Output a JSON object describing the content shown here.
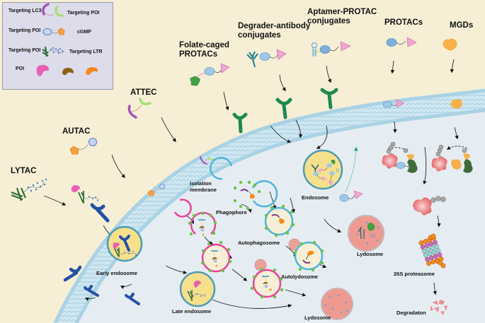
{
  "legend": {
    "items": [
      {
        "left": "Targeting LC3",
        "right": "Targeting POI"
      },
      {
        "left": "Targeting POI",
        "right": "cGMP"
      },
      {
        "left": "Targeting POI",
        "right": "Targeting LTR"
      },
      {
        "left": "POI",
        "right": ""
      }
    ]
  },
  "strategies": {
    "lytac": "LYTAC",
    "autac": "AUTAC",
    "attec": "ATTEC",
    "folate": "Folate-caged\nPROTACs",
    "folate_l1": "Folate-caged",
    "folate_l2": "PROTACs",
    "dac_l1": "Degrader-antibody",
    "dac_l2": "conjugates",
    "aptamer_l1": "Aptamer-PROTAC",
    "aptamer_l2": "conjugates",
    "protacs": "PROTACs",
    "mgds": "MGDs"
  },
  "compartments": {
    "early_endosome": "Early endosome",
    "late_endosome": "Late endosome",
    "isolation_l1": "Isolation",
    "isolation_l2": "membrane",
    "phagophore": "Phagophore",
    "autophagosome": "Autophagosome",
    "autolydosome": "Autolydosome",
    "lydosome_bottom": "Lydosome",
    "endosome": "Endosome",
    "lydosome_mid": "Lydosome",
    "proteasome": "26S proteasome",
    "degradation": "Degradaton"
  },
  "colors": {
    "background": "#f6efd6",
    "cytoplasm": "#e6edf2",
    "membrane": "#a9d2e4",
    "legend_bg": "#dcdcea",
    "poi_pink": "#e860b0",
    "poi_brown": "#8a6412",
    "poi_orange": "#f7891b",
    "receptor_green": "#1d8a52",
    "receptor_blue": "#2450a6",
    "lysosome": "#ee9a90",
    "endosome_fill": "#f7e08c",
    "autophagy_pink": "#e8439a",
    "autophagy_blue": "#4fb5d8"
  }
}
